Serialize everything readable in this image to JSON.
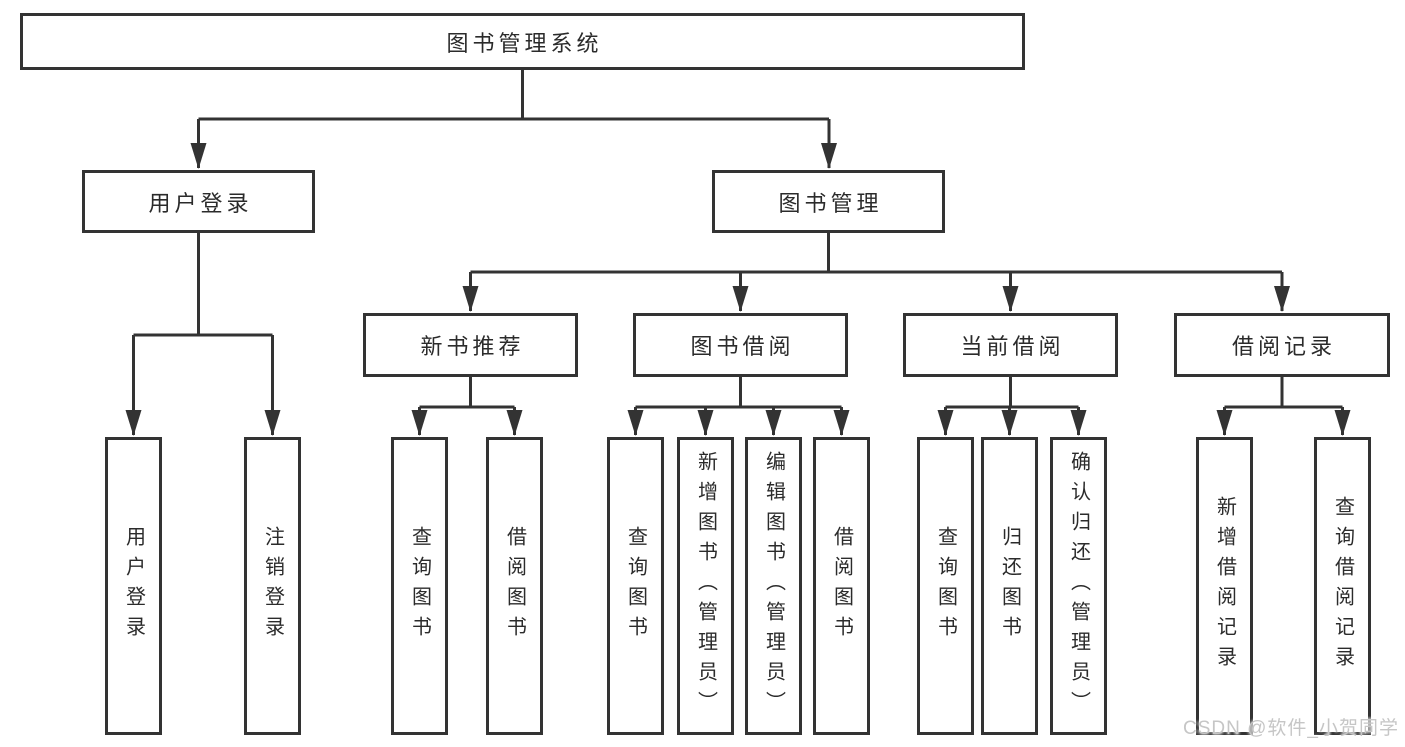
{
  "watermark": "CSDN @软件_小贺同学",
  "colors": {
    "line": "#333333",
    "box_border": "#333333",
    "box_background": "#ffffff",
    "text": "#2b2b2b",
    "watermark": "#c6c6c6",
    "page_background": "#ffffff"
  },
  "tree": {
    "root": {
      "label": "图书管理系统"
    },
    "level2": [
      {
        "label": "用户登录"
      },
      {
        "label": "图书管理"
      }
    ],
    "level3": [
      {
        "label": "新书推荐"
      },
      {
        "label": "图书借阅"
      },
      {
        "label": "当前借阅"
      },
      {
        "label": "借阅记录"
      }
    ],
    "leaves": {
      "user_login": [
        {
          "label": "用户登录"
        },
        {
          "label": "注销登录"
        }
      ],
      "new_book": [
        {
          "label": "查询图书"
        },
        {
          "label": "借阅图书"
        }
      ],
      "borrow": [
        {
          "label": "查询图书"
        },
        {
          "label": "新增图书（管理员）"
        },
        {
          "label": "编辑图书（管理员）"
        },
        {
          "label": "借阅图书"
        }
      ],
      "current": [
        {
          "label": "查询图书"
        },
        {
          "label": "归还图书"
        },
        {
          "label": "确认归还（管理员）"
        }
      ],
      "records": [
        {
          "label": "新增借阅记录"
        },
        {
          "label": "查询借阅记录"
        }
      ]
    }
  }
}
